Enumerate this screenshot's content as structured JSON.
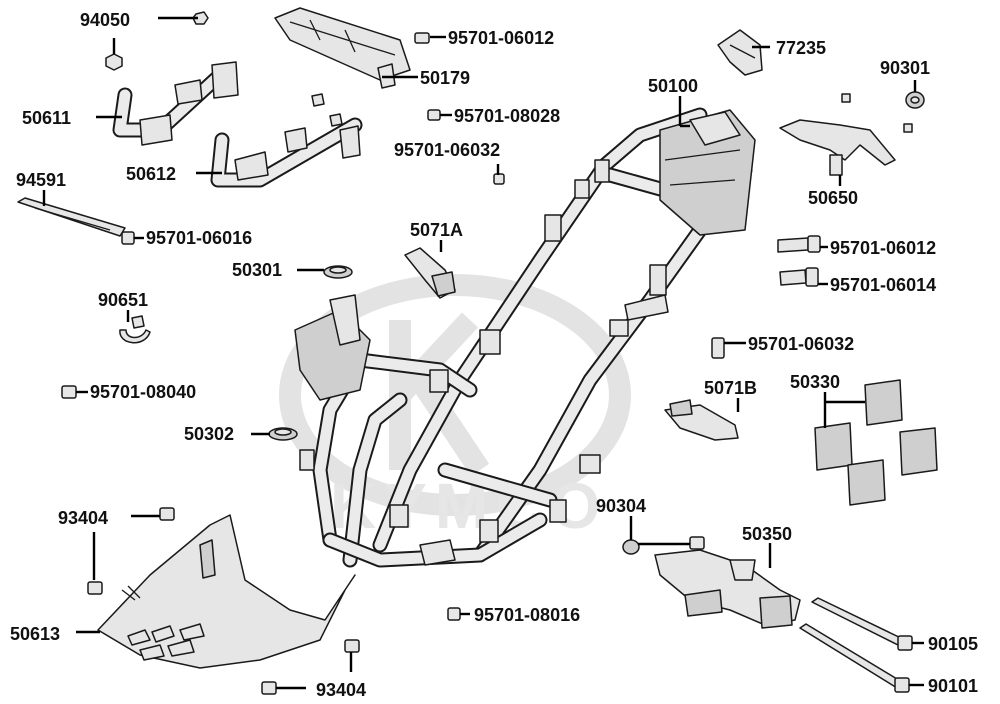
{
  "diagram": {
    "type": "exploded parts diagram",
    "part_labels": [
      "94050",
      "95701-06012",
      "50179",
      "95701-08028",
      "50611",
      "50612",
      "95701-06032",
      "94591",
      "95701-06016",
      "5071A",
      "50301",
      "90651",
      "95701-08040",
      "50302",
      "93404",
      "50613",
      "93404",
      "95701-08016",
      "50100",
      "77235",
      "90301",
      "50650",
      "95701-06012",
      "95701-06014",
      "95701-06032",
      "5071B",
      "50330",
      "90304",
      "50350",
      "90105",
      "90101"
    ],
    "colors": {
      "line": "#1a1a1a",
      "fill": "#e6e6e6",
      "watermark": "#e3e3e3"
    }
  }
}
